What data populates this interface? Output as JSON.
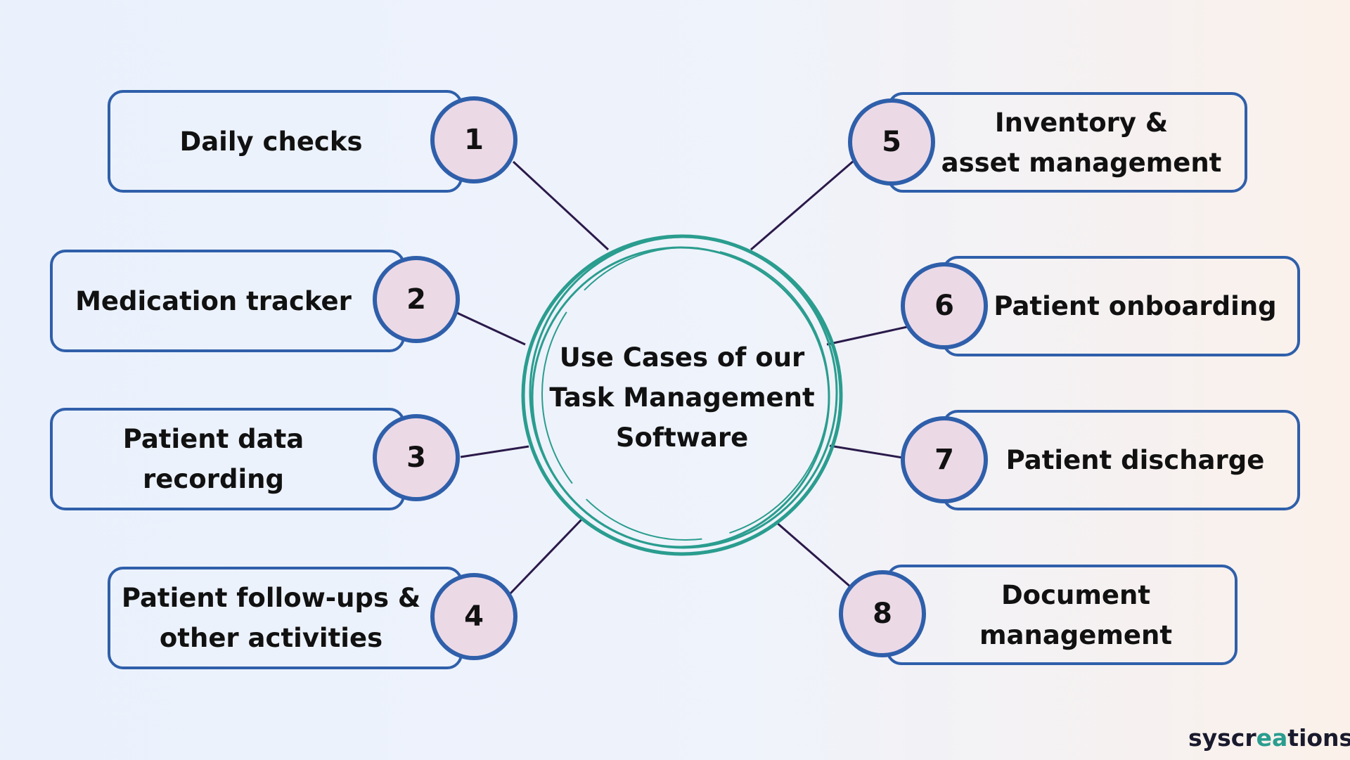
{
  "center": {
    "title_lines": [
      "Use Cases of our",
      "Task Management",
      "Software"
    ]
  },
  "items": [
    {
      "number": "1",
      "lines": [
        "Daily checks"
      ]
    },
    {
      "number": "2",
      "lines": [
        "Medication tracker"
      ]
    },
    {
      "number": "3",
      "lines": [
        "Patient data",
        "recording"
      ]
    },
    {
      "number": "4",
      "lines": [
        "Patient follow-ups &",
        "other activities"
      ]
    },
    {
      "number": "5",
      "lines": [
        "Inventory &",
        "asset management"
      ]
    },
    {
      "number": "6",
      "lines": [
        "Patient onboarding"
      ]
    },
    {
      "number": "7",
      "lines": [
        "Patient discharge"
      ]
    },
    {
      "number": "8",
      "lines": [
        "Document",
        "management"
      ]
    }
  ],
  "brand": {
    "prefix": "syscr",
    "highlight": "ea",
    "suffix": "tions"
  },
  "colors": {
    "box_border": "#2f5faa",
    "badge_fill": "#ecd9e6",
    "ring": "#2a9d8f",
    "connector": "#2b1a4a"
  }
}
